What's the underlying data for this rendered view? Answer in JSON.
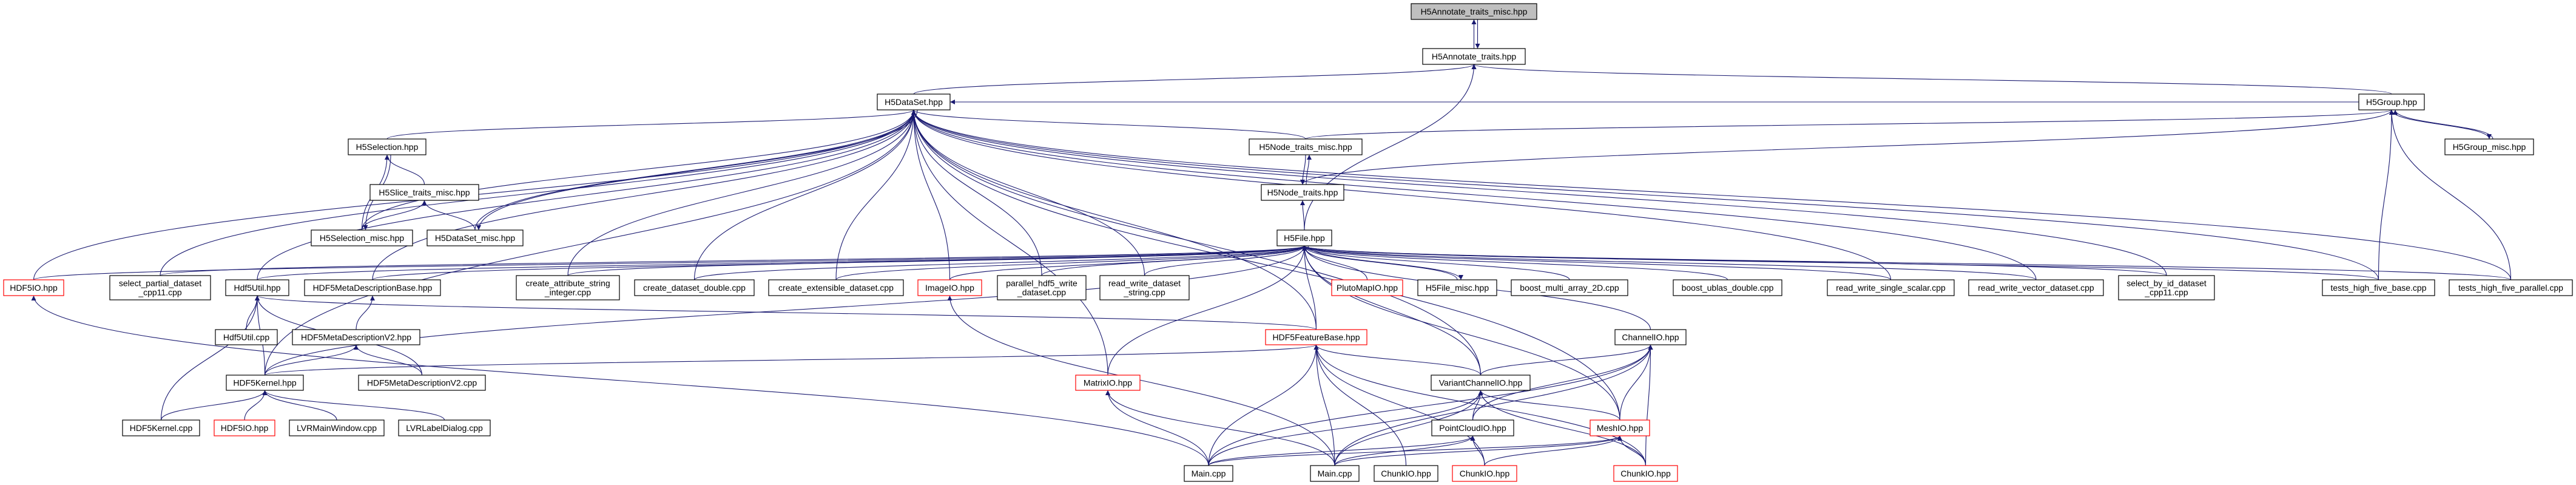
{
  "graph": {
    "edge_color": "#191970",
    "highlight_color": "#bfbfbf",
    "incomplete_border_color": "#ff0000",
    "nodes": [
      {
        "id": "annot_misc",
        "lines": [
          "H5Annotate_traits_misc.hpp"
        ],
        "style": "root"
      },
      {
        "id": "annot",
        "lines": [
          "H5Annotate_traits.hpp"
        ],
        "style": "normal"
      },
      {
        "id": "dataset",
        "lines": [
          "H5DataSet.hpp"
        ],
        "style": "normal"
      },
      {
        "id": "group",
        "lines": [
          "H5Group.hpp"
        ],
        "style": "normal"
      },
      {
        "id": "group_misc",
        "lines": [
          "H5Group_misc.hpp"
        ],
        "style": "normal"
      },
      {
        "id": "selection",
        "lines": [
          "H5Selection.hpp"
        ],
        "style": "normal"
      },
      {
        "id": "slice_misc",
        "lines": [
          "H5Slice_traits_misc.hpp"
        ],
        "style": "normal"
      },
      {
        "id": "selection_misc",
        "lines": [
          "H5Selection_misc.hpp"
        ],
        "style": "normal"
      },
      {
        "id": "dataset_misc",
        "lines": [
          "H5DataSet_misc.hpp"
        ],
        "style": "normal"
      },
      {
        "id": "node_misc",
        "lines": [
          "H5Node_traits_misc.hpp"
        ],
        "style": "normal"
      },
      {
        "id": "node_traits",
        "lines": [
          "H5Node_traits.hpp"
        ],
        "style": "normal"
      },
      {
        "id": "file",
        "lines": [
          "H5File.hpp"
        ],
        "style": "normal"
      },
      {
        "id": "hdf5io_top",
        "lines": [
          "HDF5IO.hpp"
        ],
        "style": "red"
      },
      {
        "id": "select_partial",
        "lines": [
          "select_partial_dataset",
          "_cpp11.cpp"
        ],
        "style": "normal"
      },
      {
        "id": "hdf5util",
        "lines": [
          "Hdf5Util.hpp"
        ],
        "style": "normal"
      },
      {
        "id": "metabase",
        "lines": [
          "HDF5MetaDescriptionBase.hpp"
        ],
        "style": "normal"
      },
      {
        "id": "create_attr",
        "lines": [
          "create_attribute_string",
          "_integer.cpp"
        ],
        "style": "normal"
      },
      {
        "id": "create_double",
        "lines": [
          "create_dataset_double.cpp"
        ],
        "style": "normal"
      },
      {
        "id": "create_ext",
        "lines": [
          "create_extensible_dataset.cpp"
        ],
        "style": "normal"
      },
      {
        "id": "imageio",
        "lines": [
          "ImageIO.hpp"
        ],
        "style": "red"
      },
      {
        "id": "parallel",
        "lines": [
          "parallel_hdf5_write",
          "_dataset.cpp"
        ],
        "style": "normal"
      },
      {
        "id": "rw_string",
        "lines": [
          "read_write_dataset",
          "_string.cpp"
        ],
        "style": "normal"
      },
      {
        "id": "pluto",
        "lines": [
          "PlutoMapIO.hpp"
        ],
        "style": "red"
      },
      {
        "id": "file_misc",
        "lines": [
          "H5File_misc.hpp"
        ],
        "style": "normal"
      },
      {
        "id": "boost_multi",
        "lines": [
          "boost_multi_array_2D.cpp"
        ],
        "style": "normal"
      },
      {
        "id": "boost_ublas",
        "lines": [
          "boost_ublas_double.cpp"
        ],
        "style": "normal"
      },
      {
        "id": "rw_scalar",
        "lines": [
          "read_write_single_scalar.cpp"
        ],
        "style": "normal"
      },
      {
        "id": "rw_vector",
        "lines": [
          "read_write_vector_dataset.cpp"
        ],
        "style": "normal"
      },
      {
        "id": "select_by_id",
        "lines": [
          "select_by_id_dataset",
          "_cpp11.cpp"
        ],
        "style": "normal"
      },
      {
        "id": "tests_base",
        "lines": [
          "tests_high_five_base.cpp"
        ],
        "style": "normal"
      },
      {
        "id": "tests_parallel",
        "lines": [
          "tests_high_five_parallel.cpp"
        ],
        "style": "normal"
      },
      {
        "id": "hdf5util_cpp",
        "lines": [
          "Hdf5Util.cpp"
        ],
        "style": "normal"
      },
      {
        "id": "meta_v2_hpp",
        "lines": [
          "HDF5MetaDescriptionV2.hpp"
        ],
        "style": "normal"
      },
      {
        "id": "featurebase",
        "lines": [
          "HDF5FeatureBase.hpp"
        ],
        "style": "red"
      },
      {
        "id": "channelio",
        "lines": [
          "ChannelIO.hpp"
        ],
        "style": "normal"
      },
      {
        "id": "hdf5kernel",
        "lines": [
          "HDF5Kernel.hpp"
        ],
        "style": "normal"
      },
      {
        "id": "meta_v2_cpp",
        "lines": [
          "HDF5MetaDescriptionV2.cpp"
        ],
        "style": "normal"
      },
      {
        "id": "matrixio",
        "lines": [
          "MatrixIO.hpp"
        ],
        "style": "red"
      },
      {
        "id": "variant",
        "lines": [
          "VariantChannelIO.hpp"
        ],
        "style": "normal"
      },
      {
        "id": "hdf5kernel_cpp",
        "lines": [
          "HDF5Kernel.cpp"
        ],
        "style": "normal"
      },
      {
        "id": "hdf5io_bot",
        "lines": [
          "HDF5IO.hpp"
        ],
        "style": "red"
      },
      {
        "id": "lvr_main",
        "lines": [
          "LVRMainWindow.cpp"
        ],
        "style": "normal"
      },
      {
        "id": "lvr_label",
        "lines": [
          "LVRLabelDialog.cpp"
        ],
        "style": "normal"
      },
      {
        "id": "pointcloud",
        "lines": [
          "PointCloudIO.hpp"
        ],
        "style": "normal"
      },
      {
        "id": "meshio",
        "lines": [
          "MeshIO.hpp"
        ],
        "style": "red"
      },
      {
        "id": "main1",
        "lines": [
          "Main.cpp"
        ],
        "style": "normal"
      },
      {
        "id": "main2",
        "lines": [
          "Main.cpp"
        ],
        "style": "normal"
      },
      {
        "id": "chunk1",
        "lines": [
          "ChunkIO.hpp"
        ],
        "style": "normal"
      },
      {
        "id": "chunk2",
        "lines": [
          "ChunkIO.hpp"
        ],
        "style": "red"
      },
      {
        "id": "chunk3",
        "lines": [
          "ChunkIO.hpp"
        ],
        "style": "red"
      }
    ],
    "edges": [
      [
        "annot",
        "annot_misc"
      ],
      [
        "annot_misc",
        "annot"
      ],
      [
        "dataset",
        "annot"
      ],
      [
        "group",
        "annot"
      ],
      [
        "file",
        "annot"
      ],
      [
        "node_misc",
        "dataset"
      ],
      [
        "node_misc",
        "group"
      ],
      [
        "node_misc",
        "node_traits"
      ],
      [
        "node_traits",
        "node_misc"
      ],
      [
        "group",
        "node_traits"
      ],
      [
        "file",
        "node_traits"
      ],
      [
        "group",
        "group_misc"
      ],
      [
        "group_misc",
        "group"
      ],
      [
        "tests_base",
        "group"
      ],
      [
        "tests_parallel",
        "group"
      ],
      [
        "selection",
        "dataset"
      ],
      [
        "dataset_misc",
        "dataset"
      ],
      [
        "dataset",
        "dataset_misc"
      ],
      [
        "selection_misc",
        "dataset"
      ],
      [
        "hdf5io_top",
        "dataset"
      ],
      [
        "select_partial",
        "dataset"
      ],
      [
        "hdf5util",
        "dataset"
      ],
      [
        "metabase",
        "dataset"
      ],
      [
        "hdf5kernel",
        "dataset"
      ],
      [
        "create_attr",
        "dataset"
      ],
      [
        "create_double",
        "dataset"
      ],
      [
        "create_ext",
        "dataset"
      ],
      [
        "imageio",
        "dataset"
      ],
      [
        "parallel",
        "dataset"
      ],
      [
        "rw_string",
        "dataset"
      ],
      [
        "featurebase",
        "dataset"
      ],
      [
        "rw_scalar",
        "dataset"
      ],
      [
        "rw_vector",
        "dataset"
      ],
      [
        "select_by_id",
        "dataset"
      ],
      [
        "tests_base",
        "dataset"
      ],
      [
        "tests_parallel",
        "dataset"
      ],
      [
        "group",
        "dataset"
      ],
      [
        "variant",
        "dataset"
      ],
      [
        "meshio",
        "dataset"
      ],
      [
        "matrixio",
        "dataset"
      ],
      [
        "slice_misc",
        "selection"
      ],
      [
        "selection_misc",
        "selection"
      ],
      [
        "selection",
        "selection_misc"
      ],
      [
        "selection_misc",
        "slice_misc"
      ],
      [
        "dataset_misc",
        "slice_misc"
      ],
      [
        "hdf5io_top",
        "file"
      ],
      [
        "select_partial",
        "file"
      ],
      [
        "hdf5util",
        "file"
      ],
      [
        "metabase",
        "file"
      ],
      [
        "create_attr",
        "file"
      ],
      [
        "create_double",
        "file"
      ],
      [
        "create_ext",
        "file"
      ],
      [
        "imageio",
        "file"
      ],
      [
        "parallel",
        "file"
      ],
      [
        "rw_string",
        "file"
      ],
      [
        "pluto",
        "file"
      ],
      [
        "file_misc",
        "file"
      ],
      [
        "file",
        "file_misc"
      ],
      [
        "boost_multi",
        "file"
      ],
      [
        "boost_ublas",
        "file"
      ],
      [
        "rw_scalar",
        "file"
      ],
      [
        "rw_vector",
        "file"
      ],
      [
        "select_by_id",
        "file"
      ],
      [
        "tests_base",
        "file"
      ],
      [
        "tests_parallel",
        "file"
      ],
      [
        "featurebase",
        "file"
      ],
      [
        "matrixio",
        "file"
      ],
      [
        "variant",
        "file"
      ],
      [
        "channelio",
        "file"
      ],
      [
        "meshio",
        "file"
      ],
      [
        "hdf5kernel",
        "file"
      ],
      [
        "hdf5util_cpp",
        "hdf5util"
      ],
      [
        "hdf5kernel",
        "hdf5util"
      ],
      [
        "hdf5kernel_cpp",
        "hdf5util"
      ],
      [
        "meta_v2_cpp",
        "hdf5util"
      ],
      [
        "featurebase",
        "hdf5util"
      ],
      [
        "meta_v2_hpp",
        "metabase"
      ],
      [
        "hdf5kernel",
        "meta_v2_hpp"
      ],
      [
        "meta_v2_cpp",
        "meta_v2_hpp"
      ],
      [
        "hdf5kernel_cpp",
        "hdf5kernel"
      ],
      [
        "hdf5io_bot",
        "hdf5kernel"
      ],
      [
        "lvr_main",
        "hdf5kernel"
      ],
      [
        "lvr_label",
        "hdf5kernel"
      ],
      [
        "hdf5kernel",
        "featurebase"
      ],
      [
        "main1",
        "hdf5io_top"
      ],
      [
        "main2",
        "imageio"
      ],
      [
        "main1",
        "matrixio"
      ],
      [
        "main2",
        "matrixio"
      ],
      [
        "main1",
        "featurebase"
      ],
      [
        "main2",
        "featurebase"
      ],
      [
        "chunk1",
        "featurebase"
      ],
      [
        "chunk2",
        "featurebase"
      ],
      [
        "variant",
        "featurebase"
      ],
      [
        "chunk3",
        "featurebase"
      ],
      [
        "variant",
        "channelio"
      ],
      [
        "pointcloud",
        "channelio"
      ],
      [
        "meshio",
        "channelio"
      ],
      [
        "chunk3",
        "channelio"
      ],
      [
        "main1",
        "channelio"
      ],
      [
        "main2",
        "channelio"
      ],
      [
        "main1",
        "variant"
      ],
      [
        "main2",
        "variant"
      ],
      [
        "pointcloud",
        "variant"
      ],
      [
        "meshio",
        "variant"
      ],
      [
        "chunk3",
        "variant"
      ],
      [
        "main1",
        "pointcloud"
      ],
      [
        "main2",
        "pointcloud"
      ],
      [
        "chunk2",
        "pointcloud"
      ],
      [
        "main1",
        "meshio"
      ],
      [
        "main2",
        "meshio"
      ],
      [
        "chunk2",
        "meshio"
      ],
      [
        "chunk3",
        "meshio"
      ]
    ]
  }
}
